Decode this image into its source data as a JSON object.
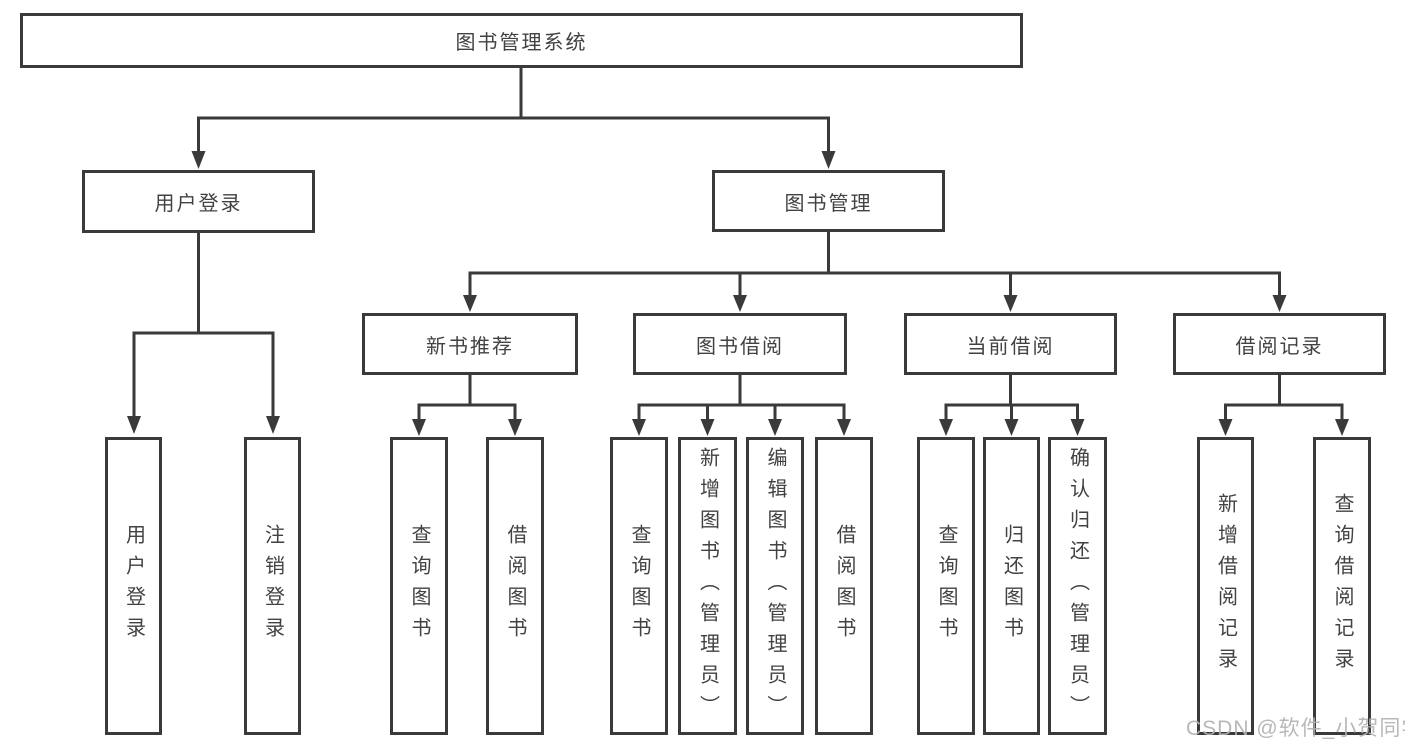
{
  "diagram": {
    "root": "图书管理系统",
    "user_branch": {
      "label": "用户登录",
      "children": [
        "用户登录",
        "注销登录"
      ]
    },
    "book_branch": {
      "label": "图书管理",
      "groups": [
        {
          "label": "新书推荐",
          "children": [
            "查询图书",
            "借阅图书"
          ]
        },
        {
          "label": "图书借阅",
          "children": [
            "查询图书",
            "新增图书（管理员）",
            "编辑图书（管理员）",
            "借阅图书"
          ]
        },
        {
          "label": "当前借阅",
          "children": [
            "查询图书",
            "归还图书",
            "确认归还（管理员）"
          ]
        },
        {
          "label": "借阅记录",
          "children": [
            "新增借阅记录",
            "查询借阅记录"
          ]
        }
      ]
    },
    "watermark": "CSDN @软件_小贺同学",
    "line_color": "#3a3a3a"
  }
}
